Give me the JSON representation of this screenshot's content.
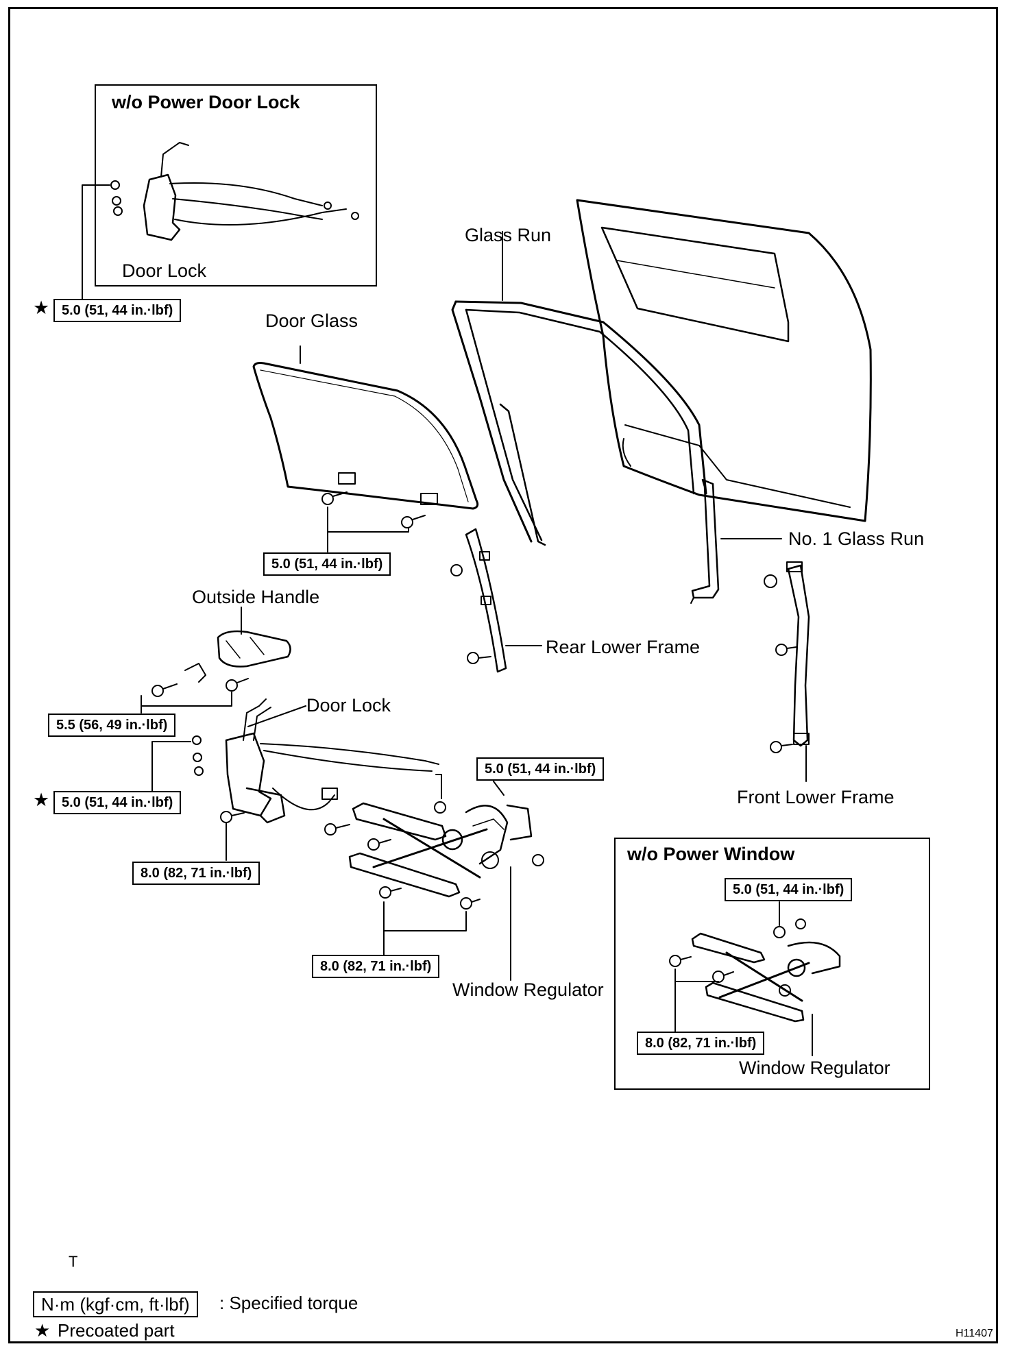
{
  "insets": {
    "power_door_lock": {
      "title": "w/o Power Door Lock",
      "part_label": "Door Lock",
      "torque": "5.0 (51, 44 in.·lbf)"
    },
    "power_window": {
      "title": "w/o Power Window",
      "torque_top": "5.0 (51, 44 in.·lbf)",
      "torque_bottom": "8.0 (82, 71 in.·lbf)",
      "part_label": "Window Regulator"
    }
  },
  "parts": {
    "glass_run": "Glass Run",
    "door_glass": "Door Glass",
    "no1_glass_run": "No. 1 Glass Run",
    "outside_handle": "Outside Handle",
    "rear_lower_frame": "Rear Lower Frame",
    "door_lock": "Door Lock",
    "front_lower_frame": "Front Lower Frame",
    "window_regulator": "Window Regulator"
  },
  "torques": {
    "door_glass": "5.0 (51, 44 in.·lbf)",
    "outside_handle": "5.5 (56, 49 in.·lbf)",
    "door_lock": "5.0 (51, 44 in.·lbf)",
    "lock_motor": "8.0 (82, 71 in.·lbf)",
    "regulator_motor": "5.0 (51, 44 in.·lbf)",
    "regulator": "8.0 (82, 71 in.·lbf)"
  },
  "star_symbol": "★",
  "stray_mark": "T",
  "legend": {
    "torque_box": "N·m (kgf·cm, ft·lbf)",
    "torque_text": ": Specified torque",
    "precoated_star": "★",
    "precoated_text": "Precoated part"
  },
  "figure_code": "H11407"
}
